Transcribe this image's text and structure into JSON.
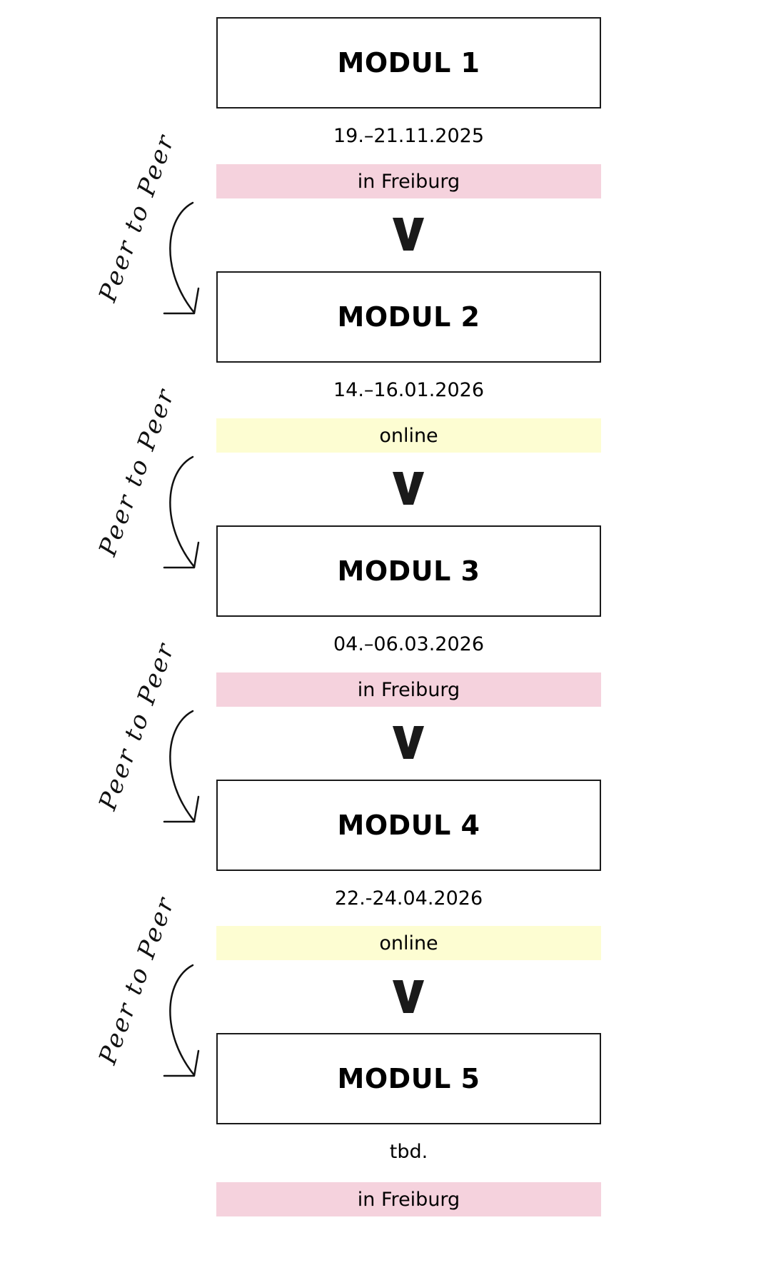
{
  "colors": {
    "pink": "#f5d2dd",
    "yellow": "#fdfdd2",
    "ink": "#1a1a1a"
  },
  "chevron_glyph": "V",
  "peer_label": "Peer to Peer",
  "modules": [
    {
      "title": "MODUL 1",
      "date": "19.–21.11.2025",
      "location": "in Freiburg",
      "location_color": "pink"
    },
    {
      "title": "MODUL 2",
      "date": "14.–16.01.2026",
      "location": "online",
      "location_color": "yellow"
    },
    {
      "title": "MODUL 3",
      "date": "04.–06.03.2026",
      "location": "in Freiburg",
      "location_color": "pink"
    },
    {
      "title": "MODUL 4",
      "date": "22.-24.04.2026",
      "location": "online",
      "location_color": "yellow"
    },
    {
      "title": "MODUL 5",
      "date": "tbd.",
      "location": "in Freiburg",
      "location_color": "pink"
    }
  ]
}
